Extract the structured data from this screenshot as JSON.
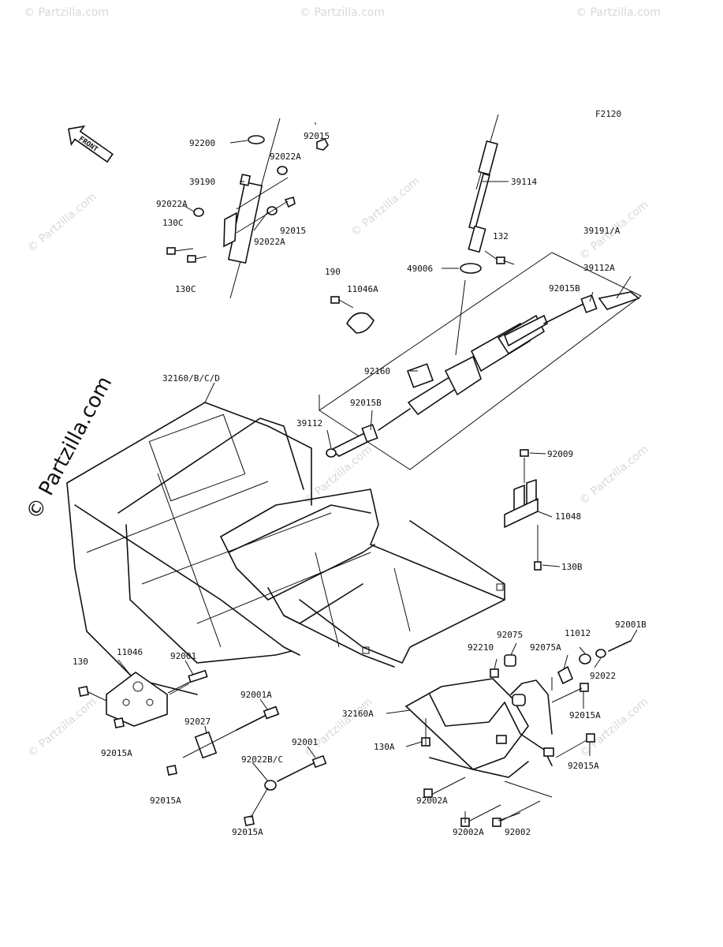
{
  "figure_code": "F2120",
  "front_label": "FRONT",
  "watermark": "© Partzilla.com",
  "labels": {
    "p92200": "92200",
    "p92015_top": "92015",
    "p92022A_1": "92022A",
    "p39190": "39190",
    "p92022A_2": "92022A",
    "p130C_1": "130C",
    "p92015_2": "92015",
    "p92022A_3": "92022A",
    "p130C_2": "130C",
    "p39114": "39114",
    "p132": "132",
    "p39191A": "39191/A",
    "p49006": "49006",
    "p39112A": "39112A",
    "p190": "190",
    "p11046A": "11046A",
    "p92015B_1": "92015B",
    "p92160": "92160",
    "p32160BCD": "32160/B/C/D",
    "p92015B_2": "92015B",
    "p39112": "39112",
    "p92009": "92009",
    "p11048": "11048",
    "p130B": "130B",
    "p92001B": "92001B",
    "p92075": "92075",
    "p11012": "11012",
    "p92210": "92210",
    "p92075A": "92075A",
    "p92022": "92022",
    "p130": "130",
    "p11046": "11046",
    "p92001_1": "92001",
    "p92001A": "92001A",
    "p92015A_1": "92015A",
    "p92027": "92027",
    "p32160A": "32160A",
    "p92015A_2": "92015A",
    "p92001_2": "92001",
    "p130A": "130A",
    "p92022BC": "92022B/C",
    "p92015A_3": "92015A",
    "p92015A_4": "92015A",
    "p92002A_1": "92002A",
    "p92015A_5": "92015A",
    "p92002A_2": "92002A",
    "p92002": "92002"
  }
}
